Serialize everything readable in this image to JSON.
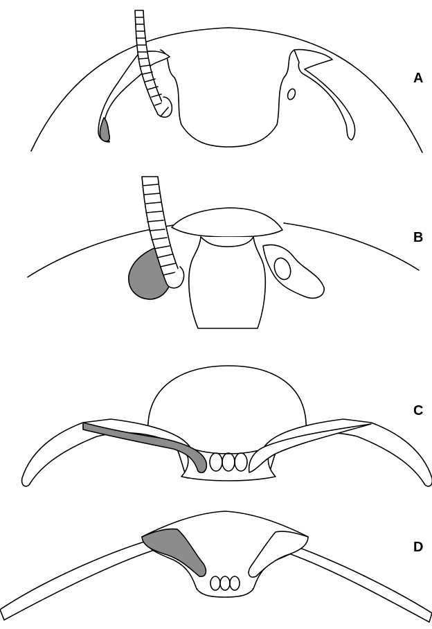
{
  "figure": {
    "panels": [
      {
        "label": "A"
      },
      {
        "label": "B"
      },
      {
        "label": "C"
      },
      {
        "label": "D"
      }
    ],
    "colors": {
      "line": "#000000",
      "background": "#ffffff",
      "highlight": "#8c8c8c"
    }
  }
}
